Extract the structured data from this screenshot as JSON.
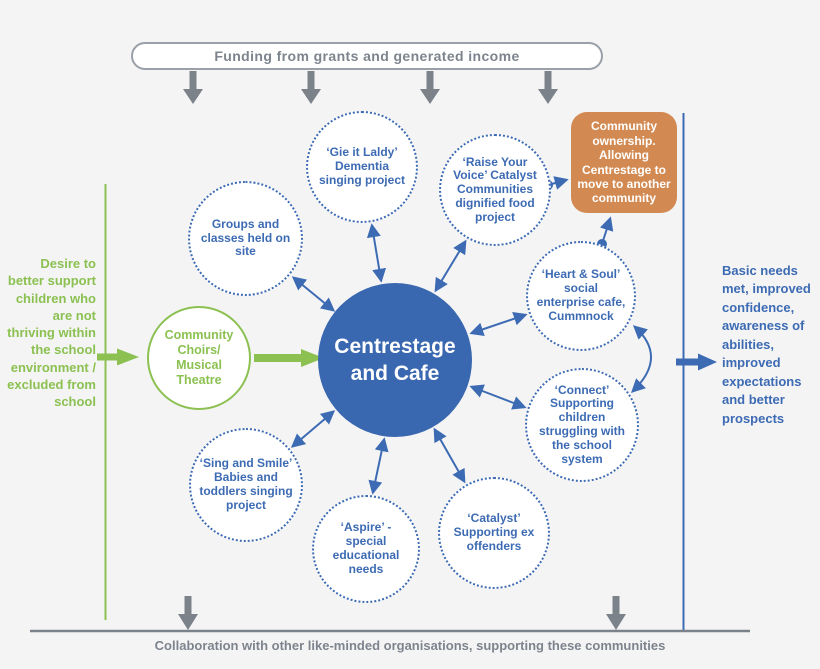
{
  "colors": {
    "blue": "#3a68b0",
    "blue_text": "#3d6bb3",
    "green": "#8cc152",
    "orange": "#d28a52",
    "gray": "#7c828a",
    "background": "#f4f4f5",
    "circle_fill": "#ffffff"
  },
  "top_banner": {
    "label": "Funding from grants and generated income"
  },
  "left_note": {
    "text": "Desire to better support children who are not thriving within the school environment / excluded from school"
  },
  "right_note": {
    "text": "Basic needs met, improved confidence, awareness of abilities, improved expectations and better prospects"
  },
  "hub": {
    "label": "Centrestage and Cafe"
  },
  "community_choirs": {
    "label": "Community Choirs/ Musical Theatre"
  },
  "ownership_box": {
    "label": "Community ownership. Allowing Centrestage to move to another community"
  },
  "satellites": [
    {
      "id": "groups-classes",
      "label": "Groups and classes held on site"
    },
    {
      "id": "gie-it-laldy",
      "label": "‘Gie it Laldy’ Dementia singing project"
    },
    {
      "id": "raise-your-voice",
      "label": "‘Raise Your Voice’ Catalyst Communities dignified food project"
    },
    {
      "id": "heart-and-soul",
      "label": "‘Heart & Soul’ social enterprise cafe, Cummnock"
    },
    {
      "id": "connect",
      "label": "‘Connect’ Supporting children struggling with the school system"
    },
    {
      "id": "catalyst",
      "label": "‘Catalyst’ Supporting ex offenders"
    },
    {
      "id": "aspire",
      "label": "‘Aspire’ - special educational needs"
    },
    {
      "id": "sing-and-smile",
      "label": "‘Sing and Smile’ Babies and toddlers singing project"
    }
  ],
  "bottom_banner": {
    "label": "Collaboration with other like-minded organisations, supporting these communities"
  }
}
